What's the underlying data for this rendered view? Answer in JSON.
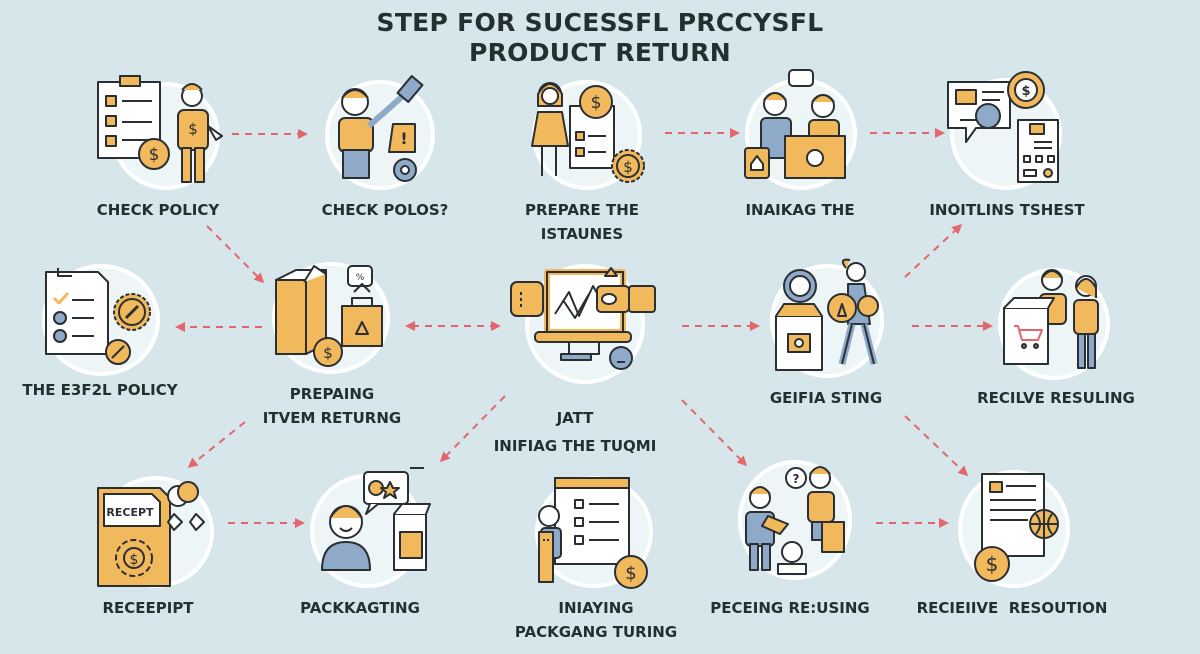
{
  "title": {
    "line1": "STEP FOR SUCESSFL PRCCYSFL",
    "line2": "PRODUCT RETURN"
  },
  "colors": {
    "background": "#d6e6ea",
    "accent_orange": "#f1b95c",
    "accent_blue": "#8fa9c8",
    "outline": "#2a2f33",
    "arrow": "#e2666b",
    "text": "#22302f"
  },
  "nodes": [
    {
      "id": "check-policy",
      "row": 1,
      "icon": "checklist-person-coin-icon",
      "lines": [
        "CHECK POLICY"
      ]
    },
    {
      "id": "check-polos",
      "row": 1,
      "icon": "person-tools-gear-icon",
      "lines": [
        "CHECK POLOS?"
      ]
    },
    {
      "id": "prepare-the",
      "row": 1,
      "icon": "person-document-coin-icon",
      "lines": [
        "PREPARE THE",
        "ISTAUNES"
      ]
    },
    {
      "id": "inaikag-the",
      "row": 1,
      "icon": "two-people-box-icon",
      "lines": [
        "INAIKAG THE"
      ]
    },
    {
      "id": "inoitlins-tshest",
      "row": 1,
      "icon": "chat-receipt-coin-icon",
      "lines": [
        "INOITLINS TSHEST"
      ]
    },
    {
      "id": "the-policy",
      "row": 2,
      "icon": "policy-document-coin-icon",
      "lines": [
        "THE E3F2L POLICY"
      ]
    },
    {
      "id": "prepaing-item",
      "row": 2,
      "icon": "package-bag-coin-icon",
      "lines": [
        "PREPAING",
        "ITVEM RETURNG"
      ]
    },
    {
      "id": "jatt",
      "row": 2,
      "icon": "computer-monitor-icon",
      "lines": [
        "JATT",
        "INIFIAG THE TUQMI"
      ]
    },
    {
      "id": "geifia-sting",
      "row": 2,
      "icon": "person-carrying-box-icon",
      "lines": [
        "GEIFIA STING"
      ]
    },
    {
      "id": "recilve-resuling",
      "row": 2,
      "icon": "people-shopping-cart-icon",
      "lines": [
        "RECILVE RESULING"
      ]
    },
    {
      "id": "receepipt",
      "row": 3,
      "icon": "receipt-refund-icon",
      "lines": [
        "RECEEPIPT"
      ],
      "icon_text": "RECEPT"
    },
    {
      "id": "packkagting",
      "row": 3,
      "icon": "person-package-icon",
      "lines": [
        "PACKKAGTING"
      ]
    },
    {
      "id": "iniaying",
      "row": 3,
      "icon": "person-form-coin-icon",
      "lines": [
        "INIAYING",
        "PACKGANG TURING"
      ]
    },
    {
      "id": "peceing",
      "row": 3,
      "icon": "two-people-globe-icon",
      "lines": [
        "PECEING RE:USING"
      ]
    },
    {
      "id": "recieiive",
      "row": 3,
      "icon": "document-globe-coin-icon",
      "lines": [
        "RECIEIIVE  RESOUTION"
      ]
    }
  ]
}
